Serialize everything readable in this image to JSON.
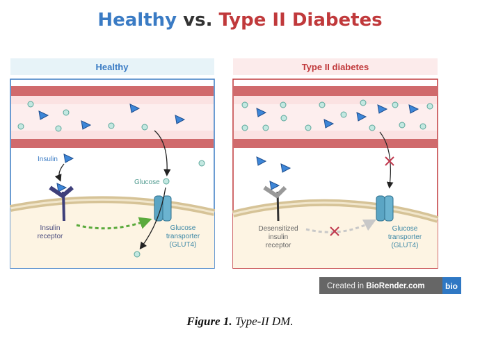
{
  "title": {
    "part1": "Healthy",
    "part2": "vs.",
    "part3": "Type II Diabetes"
  },
  "panels": {
    "healthy": {
      "header": "Healthy",
      "insulin_label": "Insulin",
      "glucose_label": "Glucose",
      "receptor_label": [
        "Insulin",
        "receptor"
      ],
      "transporter_label": [
        "Glucose",
        "transporter",
        "(GLUT4)"
      ]
    },
    "diabetes": {
      "header": "Type II diabetes",
      "receptor_label": [
        "Desensitized",
        "insulin",
        "receptor"
      ],
      "transporter_label": [
        "Glucose",
        "transporter",
        "(GLUT4)"
      ]
    }
  },
  "watermark": {
    "text_prefix": "Created in ",
    "text_brand": "BioRender.com",
    "badge": "bio"
  },
  "caption": {
    "label": "Figure 1.",
    "text": " Type-II DM."
  },
  "colors": {
    "healthy": "#3a7bc4",
    "diabetes": "#c0393b"
  }
}
